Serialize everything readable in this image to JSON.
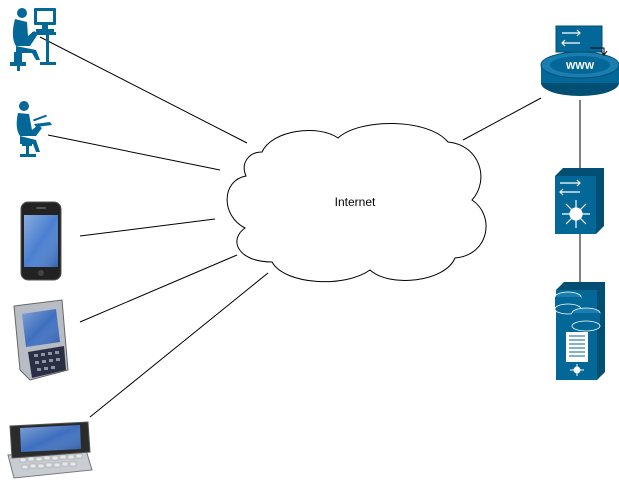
{
  "cloud": {
    "label": "Internet"
  },
  "web_server": {
    "label": "WWW"
  },
  "colors": {
    "cisco_blue": "#036897",
    "cisco_blue_dark": "#024f73",
    "line": "#000000",
    "cloud_fill": "#ffffff"
  },
  "nodes": [
    {
      "name": "user-desktop",
      "icon": "user-at-desktop-icon"
    },
    {
      "name": "user-laptop",
      "icon": "user-with-laptop-icon"
    },
    {
      "name": "smartphone",
      "icon": "iphone-icon"
    },
    {
      "name": "pda-phone",
      "icon": "palm-smartphone-icon"
    },
    {
      "name": "slider-phone",
      "icon": "qwerty-slider-phone-icon"
    },
    {
      "name": "web-server",
      "icon": "www-server-icon"
    },
    {
      "name": "layer3-switch",
      "icon": "multilayer-switch-icon"
    },
    {
      "name": "database-server",
      "icon": "storage-server-icon"
    }
  ]
}
